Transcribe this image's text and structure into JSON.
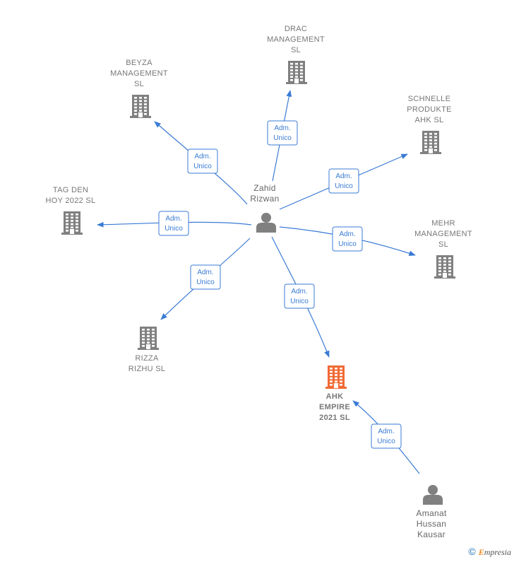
{
  "colors": {
    "edge": "#3a7bd5",
    "company": "#808080",
    "company_highlight": "#f06a35",
    "person": "#808080",
    "text": "#777777"
  },
  "nodes": [
    {
      "id": "zahid",
      "type": "person",
      "icon": "person-icon",
      "lines": [
        "Zahid",
        "Rizwan"
      ]
    },
    {
      "id": "drac",
      "type": "company",
      "icon": "building-icon",
      "lines": [
        "DRAC",
        "MANAGEMENT",
        "SL"
      ]
    },
    {
      "id": "beyza",
      "type": "company",
      "icon": "building-icon",
      "lines": [
        "BEYZA",
        "MANAGEMENT",
        "SL"
      ]
    },
    {
      "id": "schnelle",
      "type": "company",
      "icon": "building-icon",
      "lines": [
        "SCHNELLE",
        "PRODUKTE",
        "AHK  SL"
      ]
    },
    {
      "id": "tagden",
      "type": "company",
      "icon": "building-icon",
      "lines": [
        "TAG DEN",
        "HOY 2022  SL"
      ]
    },
    {
      "id": "mehr",
      "type": "company",
      "icon": "building-icon",
      "lines": [
        "MEHR",
        "MANAGEMENT",
        "SL"
      ]
    },
    {
      "id": "rizza",
      "type": "company",
      "icon": "building-icon",
      "lines": [
        "RIZZA",
        "RIZHU  SL"
      ]
    },
    {
      "id": "ahk",
      "type": "company",
      "highlight": true,
      "icon": "building-icon",
      "lines": [
        "AHK",
        "EMPIRE",
        "2021  SL"
      ]
    },
    {
      "id": "amanat",
      "type": "person",
      "icon": "person-icon",
      "lines": [
        "Amanat",
        "Hussan",
        "Kausar"
      ]
    }
  ],
  "edges": [
    {
      "from": "zahid",
      "to": "drac",
      "label": [
        "Adm.",
        "Unico"
      ]
    },
    {
      "from": "zahid",
      "to": "beyza",
      "label": [
        "Adm.",
        "Unico"
      ]
    },
    {
      "from": "zahid",
      "to": "schnelle",
      "label": [
        "Adm.",
        "Unico"
      ]
    },
    {
      "from": "zahid",
      "to": "tagden",
      "label": [
        "Adm.",
        "Unico"
      ]
    },
    {
      "from": "zahid",
      "to": "mehr",
      "label": [
        "Adm.",
        "Unico"
      ]
    },
    {
      "from": "zahid",
      "to": "rizza",
      "label": [
        "Adm.",
        "Unico"
      ]
    },
    {
      "from": "zahid",
      "to": "ahk",
      "label": [
        "Adm.",
        "Unico"
      ]
    },
    {
      "from": "amanat",
      "to": "ahk",
      "label": [
        "Adm.",
        "Unico"
      ]
    }
  ],
  "footer": {
    "copyright_symbol": "©",
    "brand_first": "E",
    "brand_rest": "mpresia"
  }
}
